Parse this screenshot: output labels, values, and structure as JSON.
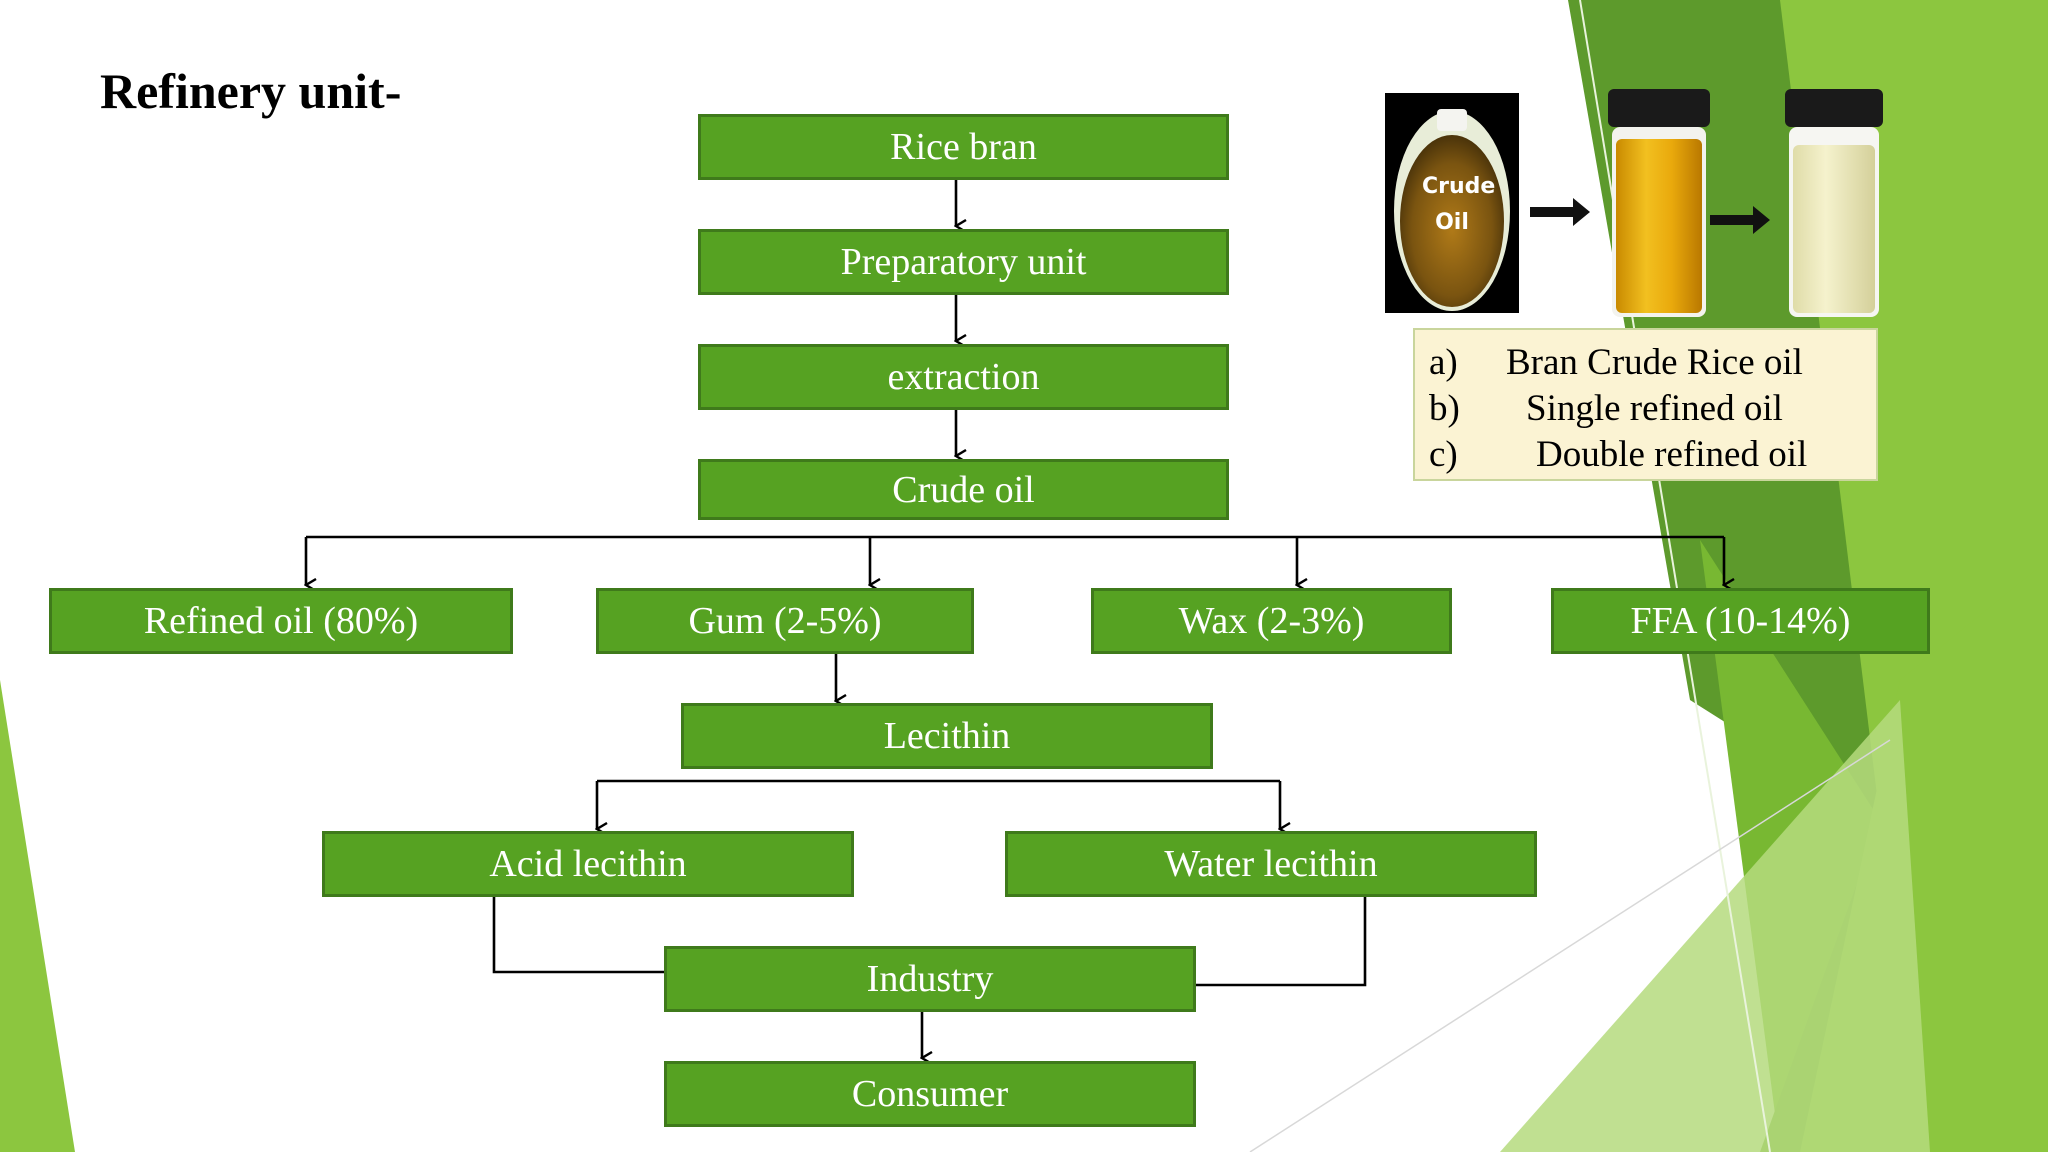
{
  "slide": {
    "title": "Refinery unit-",
    "theme_colors": {
      "green_dark": "#4a8d1d",
      "green_mid": "#78b832",
      "green_light": "#c7e39a",
      "node_fill": "#56a222"
    }
  },
  "flowchart": {
    "nodes": {
      "rice_bran": "Rice bran",
      "preparatory_unit": "Preparatory unit",
      "extraction": "extraction",
      "crude_oil": "Crude oil",
      "refined_oil": "Refined oil (80%)",
      "gum": "Gum (2-5%)",
      "wax": "Wax (2-3%)",
      "ffa": "FFA (10-14%)",
      "lecithin": "Lecithin",
      "acid_lecithin": "Acid lecithin",
      "water_lecithin": "Water lecithin",
      "industry": "Industry",
      "consumer": "Consumer"
    }
  },
  "oil_images": {
    "crude_label_line1": "Crude",
    "crude_label_line2": "Oil",
    "arrow_icon": "right-arrow-icon"
  },
  "legend": {
    "items": [
      {
        "mark": "a)",
        "text": "Bran Crude Rice oil"
      },
      {
        "mark": "b)",
        "text": "Single refined oil"
      },
      {
        "mark": "c)",
        "text": "Double refined oil"
      }
    ]
  }
}
